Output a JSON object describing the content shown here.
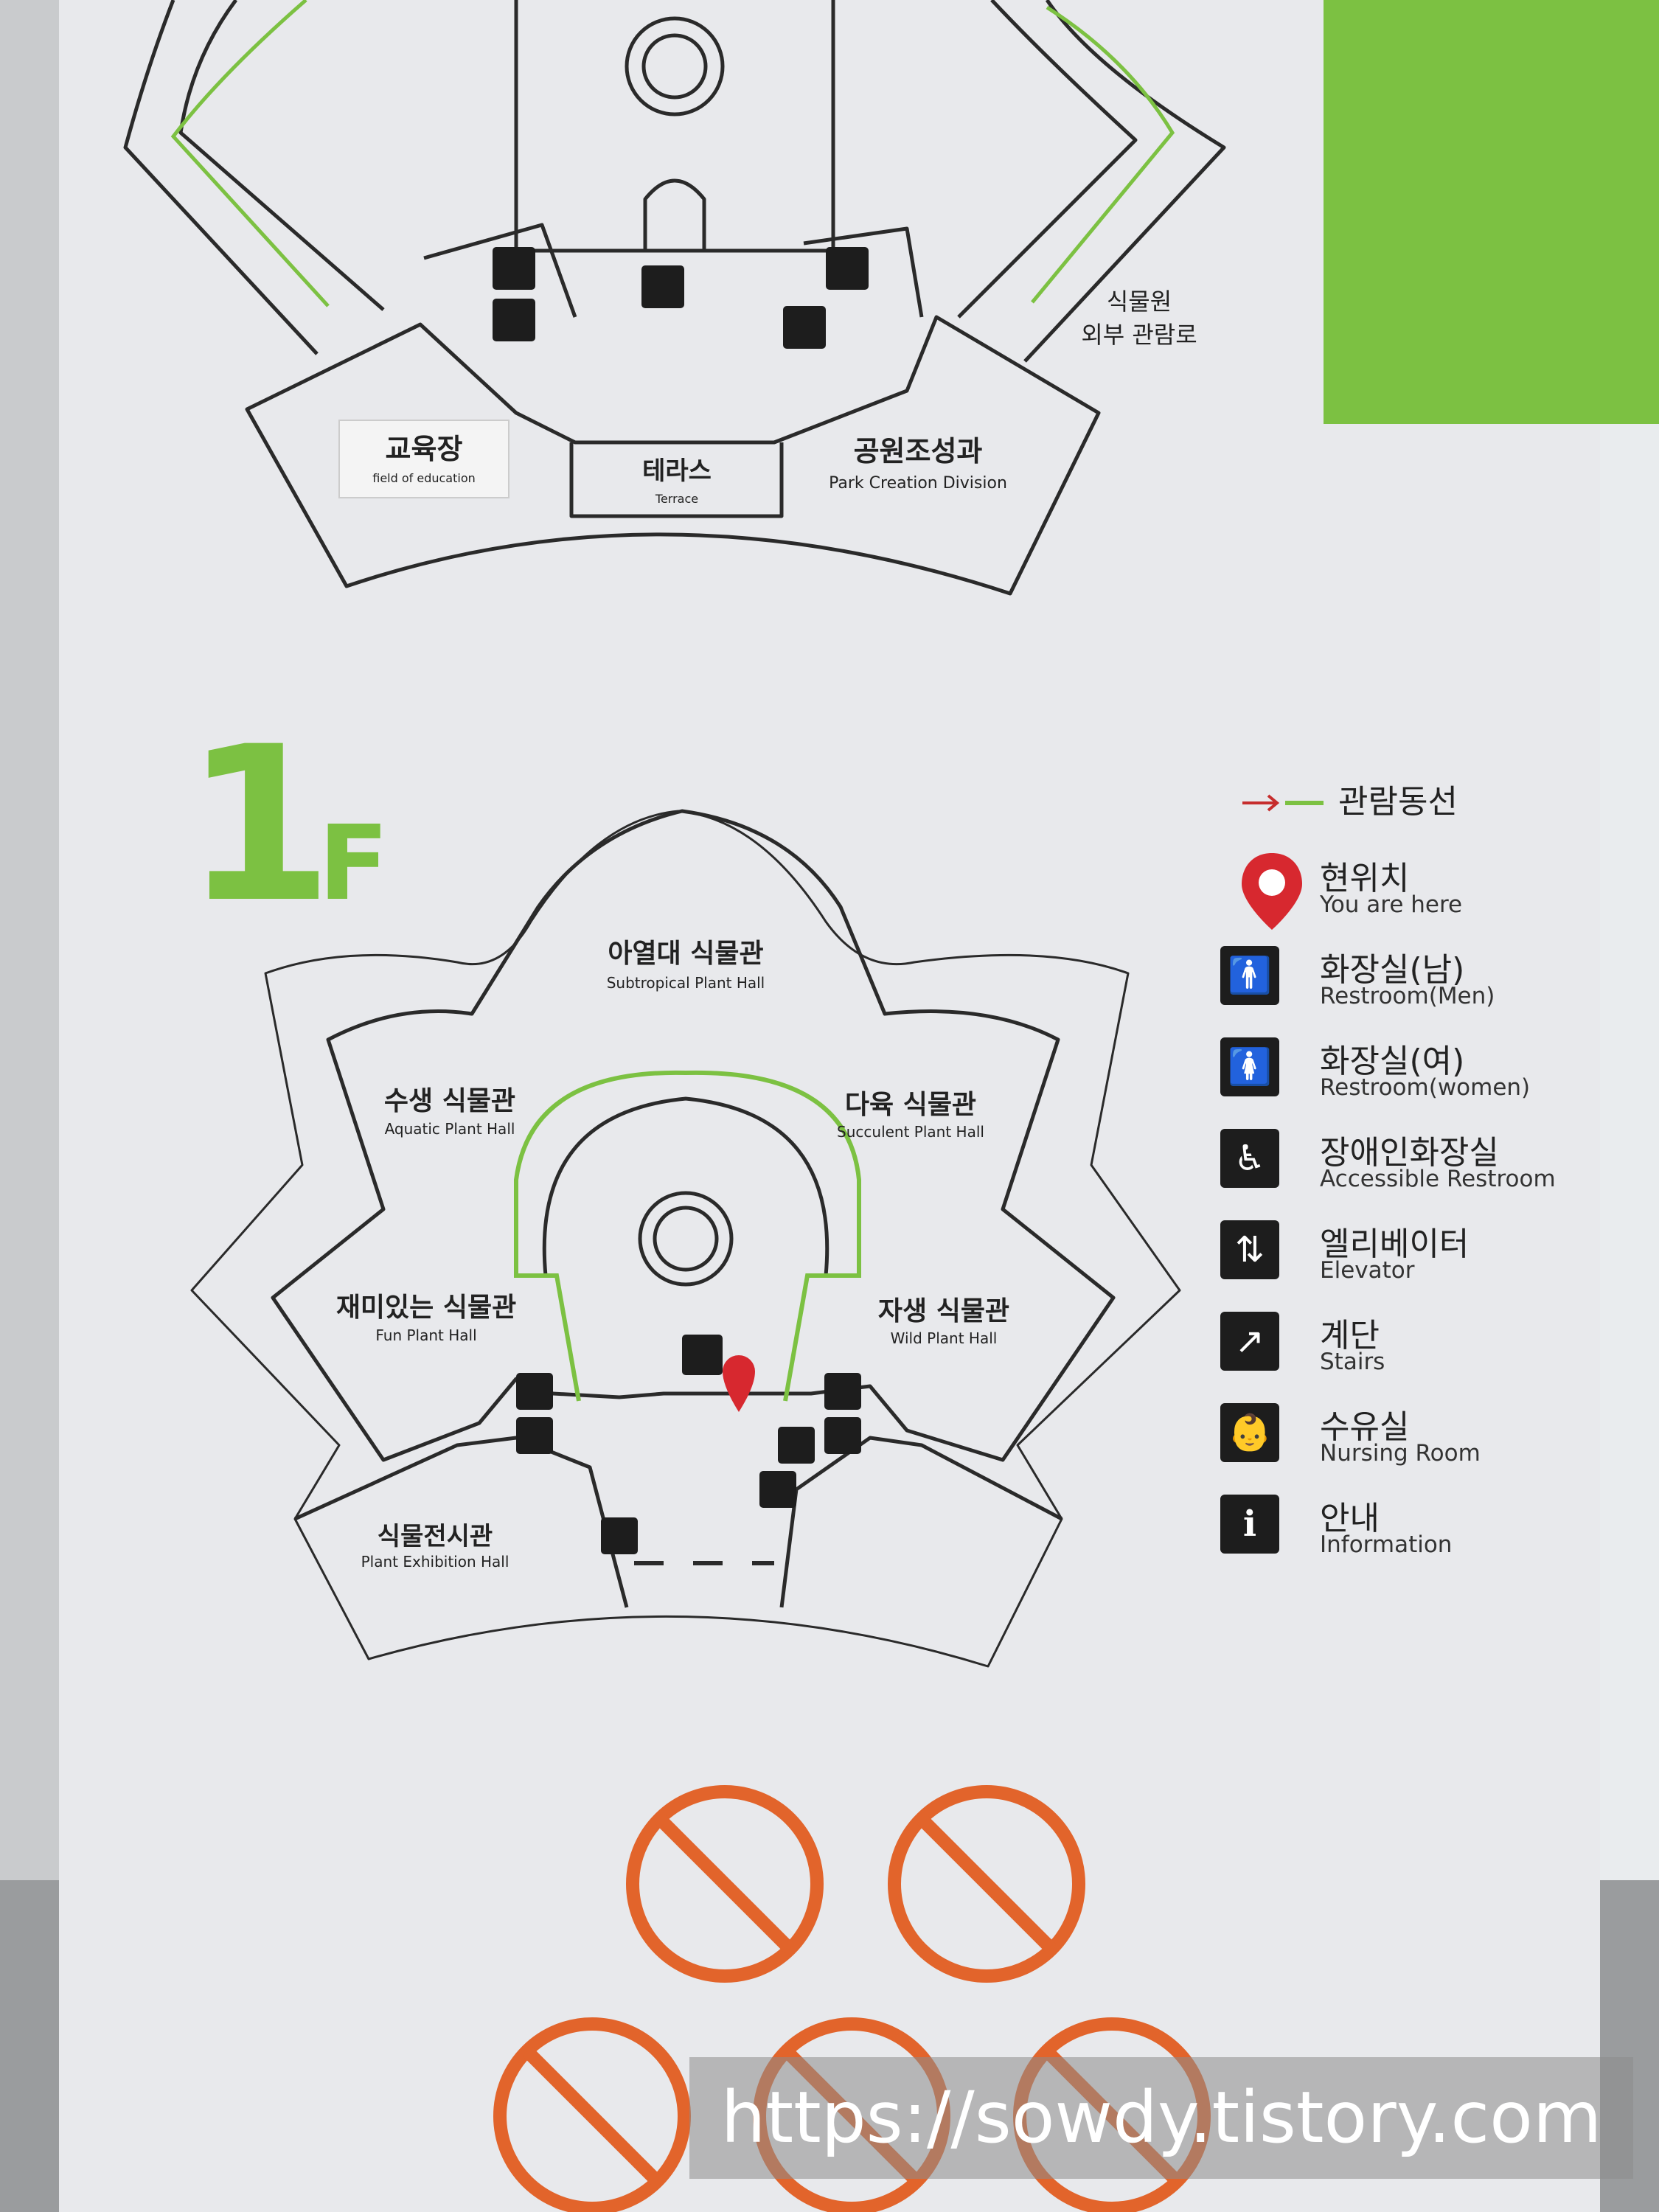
{
  "upper_floor": {
    "rooms": [
      {
        "ko": "교육장",
        "en": "field of education"
      },
      {
        "ko": "테라스",
        "en": "Terrace"
      },
      {
        "ko": "공원조성과",
        "en": "Park Creation Division"
      }
    ],
    "outdoor_route_line1": "식물원",
    "outdoor_route_line2": "외부 관람로"
  },
  "first_floor": {
    "floor_number": "1",
    "floor_letter": "F",
    "rooms": [
      {
        "ko": "아열대 식물관",
        "en": "Subtropical Plant Hall"
      },
      {
        "ko": "수생 식물관",
        "en": "Aquatic Plant Hall"
      },
      {
        "ko": "다육 식물관",
        "en": "Succulent Plant Hall"
      },
      {
        "ko": "재미있는 식물관",
        "en": "Fun Plant Hall"
      },
      {
        "ko": "자생 식물관",
        "en": "Wild Plant Hall"
      },
      {
        "ko": "식물전시관",
        "en": "Plant Exhibition Hall"
      }
    ]
  },
  "legend": {
    "route": {
      "ko": "관람동선"
    },
    "items": [
      {
        "icon": "location-pin-icon",
        "glyph": "",
        "ko": "현위치",
        "en": "You are here",
        "color": "#d7282f"
      },
      {
        "icon": "restroom-men-icon",
        "glyph": "🚹",
        "ko": "화장실(남)",
        "en": "Restroom(Men)"
      },
      {
        "icon": "restroom-women-icon",
        "glyph": "🚺",
        "ko": "화장실(여)",
        "en": "Restroom(women)"
      },
      {
        "icon": "accessible-restroom-icon",
        "glyph": "♿",
        "ko": "장애인화장실",
        "en": "Accessible Restroom"
      },
      {
        "icon": "elevator-icon",
        "glyph": "⇅",
        "ko": "엘리베이터",
        "en": "Elevator"
      },
      {
        "icon": "stairs-icon",
        "glyph": "↗",
        "ko": "계단",
        "en": "Stairs"
      },
      {
        "icon": "nursing-room-icon",
        "glyph": "👶",
        "ko": "수유실",
        "en": "Nursing Room"
      },
      {
        "icon": "information-icon",
        "glyph": "i",
        "ko": "안내",
        "en": "Information"
      }
    ]
  },
  "prohibition_signs": [
    {
      "icon": "no-touching-icon"
    },
    {
      "icon": "no-smoking-icon"
    },
    {
      "icon": "no-food-drink-icon"
    },
    {
      "icon": "no-pets-icon"
    },
    {
      "icon": "no-scooter-icon"
    }
  ],
  "colors": {
    "accent_green": "#7cc142",
    "prohibit_orange": "#e2642b",
    "marker_red": "#d7282f",
    "line_dark": "#2a2a2a"
  },
  "watermark": "https://sowdy.tistory.com"
}
